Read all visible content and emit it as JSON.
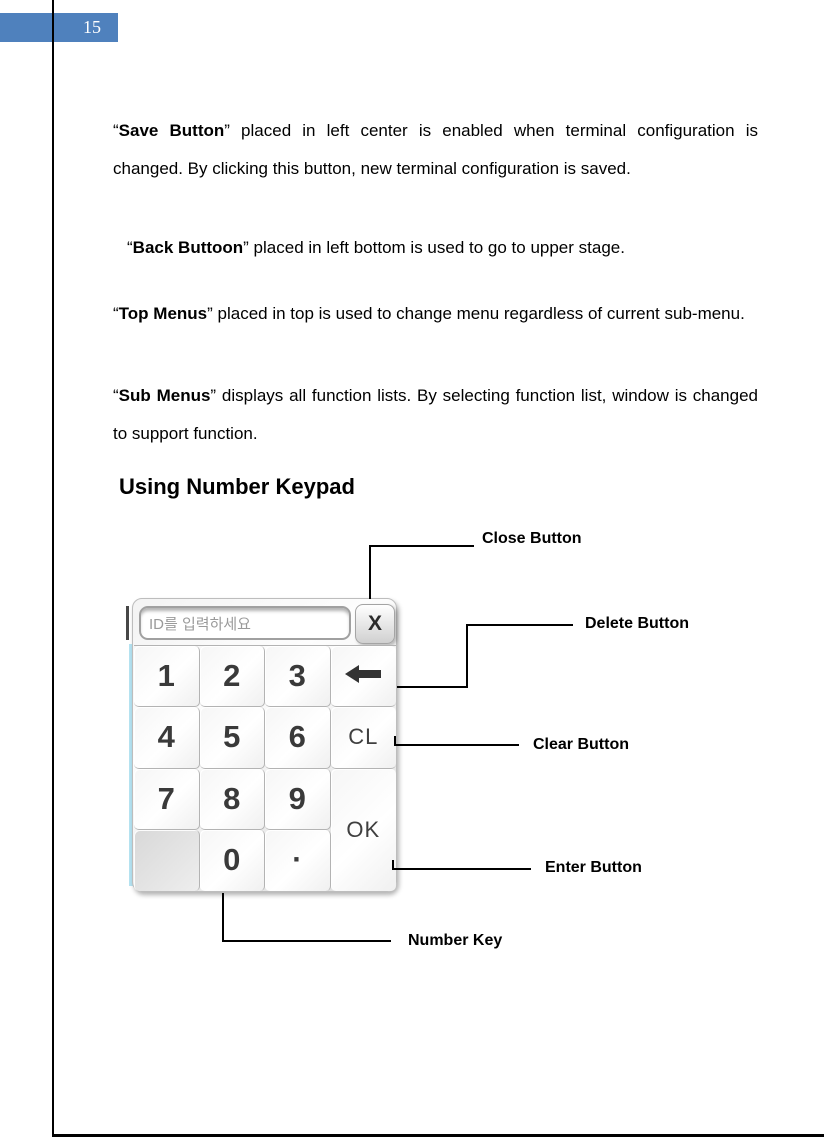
{
  "page": {
    "number": "15"
  },
  "paragraphs": [
    {
      "quote_open": "“",
      "term": "Save Button",
      "rest": "” placed in left center is enabled when terminal configuration is changed. By clicking this button, new terminal configuration is saved."
    },
    {
      "quote_open": "“",
      "term": "Back Buttoon",
      "rest": "” placed in left bottom is used to go to upper stage."
    },
    {
      "quote_open": "“",
      "term": "Top Menus",
      "rest": "” placed in top is used to change menu regardless of current sub-menu."
    },
    {
      "quote_open": "“",
      "term": "Sub Menus",
      "rest": "” displays all function lists. By selecting function list, window is changed to support function."
    }
  ],
  "section_heading": "Using Number Keypad",
  "keypad": {
    "input_placeholder": "ID를 입력하세요",
    "close": "X",
    "k1": "1",
    "k2": "2",
    "k3": "3",
    "k4": "4",
    "k5": "5",
    "k6": "6",
    "k7": "7",
    "k8": "8",
    "k9": "9",
    "k0": "0",
    "dot": "·",
    "clear": "CL",
    "ok": "OK",
    "backspace_icon": "left-arrow"
  },
  "callouts": {
    "close": "Close Button",
    "delete": "Delete Button",
    "clear": "Clear Button",
    "enter": "Enter Button",
    "number": "Number Key"
  },
  "colors": {
    "page_badge_blue": "#4f81bd"
  }
}
